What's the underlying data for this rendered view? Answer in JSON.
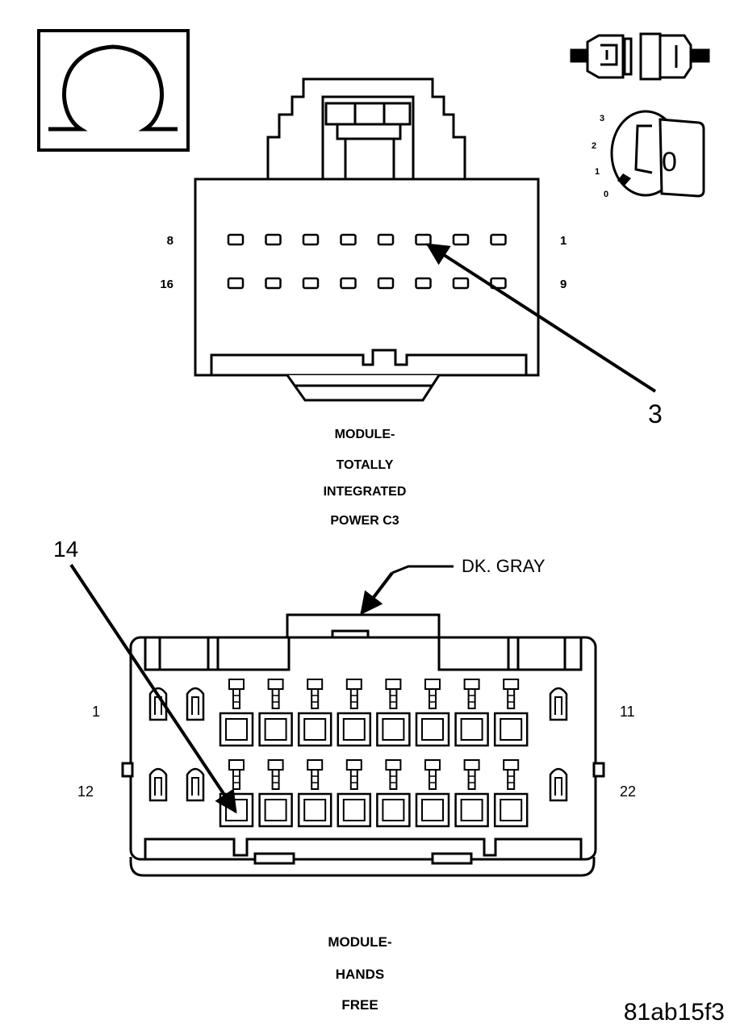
{
  "icons": {
    "ohmmeter": "ohm-symbol-icon",
    "connector": "unplugged-connector-icon",
    "ignition": "ignition-key-icon"
  },
  "ignition_positions": [
    "3",
    "2",
    "1",
    "0"
  ],
  "ignition_key_label": "0",
  "connector_c3": {
    "pin_labels": {
      "top_left": "8",
      "top_right": "1",
      "bottom_left": "16",
      "bottom_right": "9"
    },
    "callout": "3",
    "caption": [
      "MODULE-",
      "TOTALLY",
      "INTEGRATED",
      "POWER C3"
    ]
  },
  "connector_hands_free": {
    "pin_labels": {
      "top_left": "1",
      "top_right": "11",
      "bottom_left": "12",
      "bottom_right": "22"
    },
    "callout": "14",
    "color_label": "DK. GRAY",
    "caption": [
      "MODULE-",
      "HANDS",
      "FREE"
    ]
  },
  "figure_id": "81ab15f3"
}
